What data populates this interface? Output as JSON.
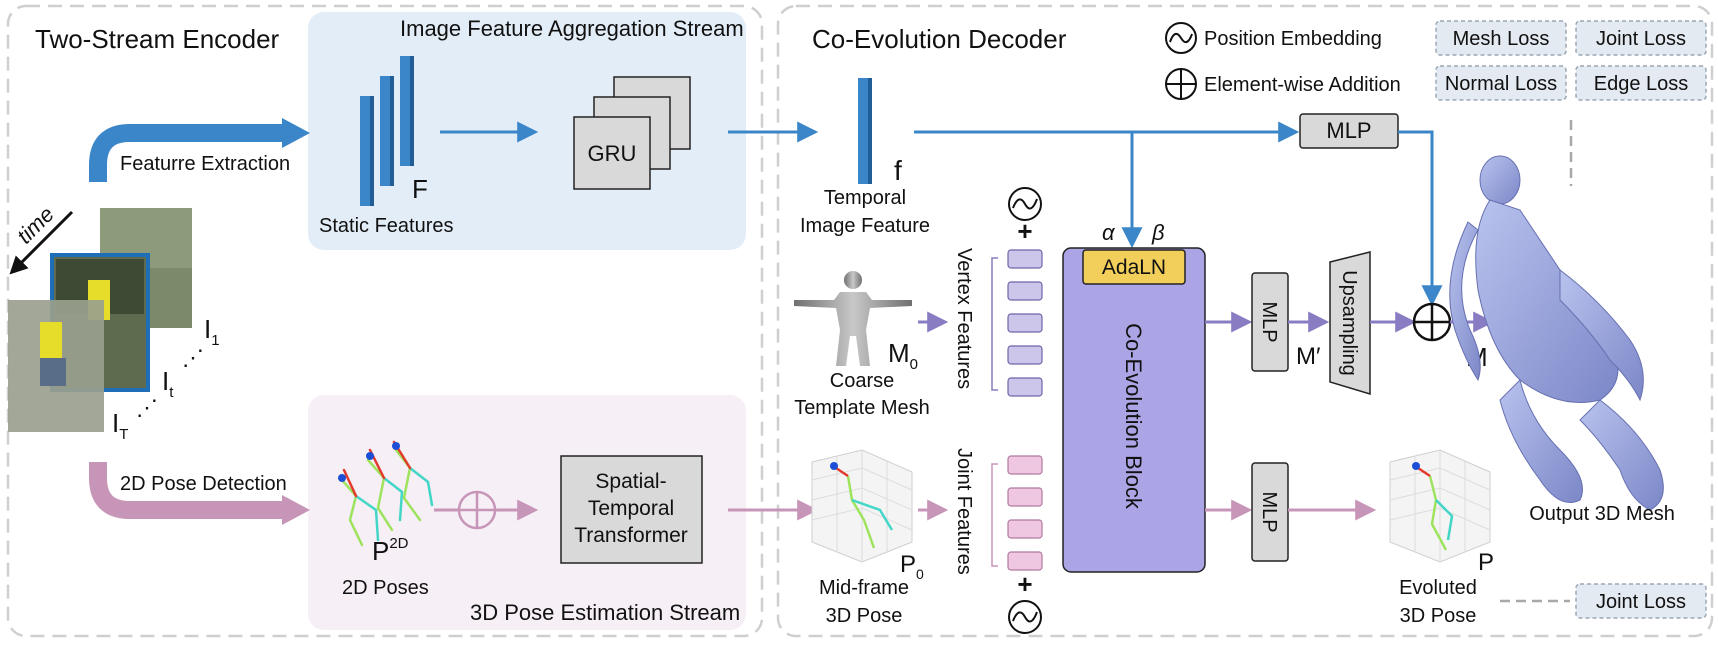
{
  "encoder": {
    "title": "Two-Stream Encoder",
    "image_stream_title": "Image Feature Aggregation Stream",
    "pose_stream_title": "3D Pose Estimation Stream",
    "feature_extraction": "Featurre Extraction",
    "pose_detection": "2D Pose Detection",
    "time_label": "time",
    "frame_1": "I",
    "frame_1_sub": "1",
    "frame_t": "I",
    "frame_t_sub": "t",
    "frame_T": "I",
    "frame_T_sub": "T",
    "ellipsis": "⋰",
    "static_features_symbol": "F",
    "static_features": "Static Features",
    "gru": "GRU",
    "poses_symbol": "P",
    "poses_sup": "2D",
    "poses_2d": "2D Poses",
    "transformer_line1": "Spatial-",
    "transformer_line2": "Temporal",
    "transformer_line3": "Transformer"
  },
  "decoder": {
    "title": "Co-Evolution Decoder",
    "legend_position": "Position Embedding",
    "legend_addition": "Element-wise Addition",
    "losses": [
      "Mesh Loss",
      "Joint Loss",
      "Normal Loss",
      "Edge Loss"
    ],
    "joint_loss_bottom": "Joint Loss",
    "temporal_symbol": "f",
    "temporal_line1": "Temporal",
    "temporal_line2": "Image Feature",
    "mlp": "MLP",
    "alpha": "α",
    "beta": "β",
    "adaln": "AdaLN",
    "coevolution_block": "Co-Evolution Block",
    "vertex_features": "Vertex Features",
    "joint_features": "Joint Features",
    "template_symbol": "M",
    "template_sub": "0",
    "template_line1": "Coarse",
    "template_line2": "Template Mesh",
    "midframe_symbol": "P",
    "midframe_sub": "0",
    "midframe_line1": "Mid-frame",
    "midframe_line2": "3D Pose",
    "m_prime": "M′",
    "upsampling": "Upsampling",
    "m_out": "M",
    "p_out": "P",
    "evoluted_line1": "Evoluted",
    "evoluted_line2": "3D Pose",
    "output_mesh": "Output 3D Mesh",
    "plus": "+"
  },
  "colors": {
    "blue": "#3a86c8",
    "pink": "#c795b8",
    "purple": "#8a7cc2",
    "coevo_fill": "#aba5e6",
    "adaln_fill": "#f2cf5b",
    "image_stream_bg": "#e3edf8",
    "pose_stream_bg": "#f6eff6"
  }
}
